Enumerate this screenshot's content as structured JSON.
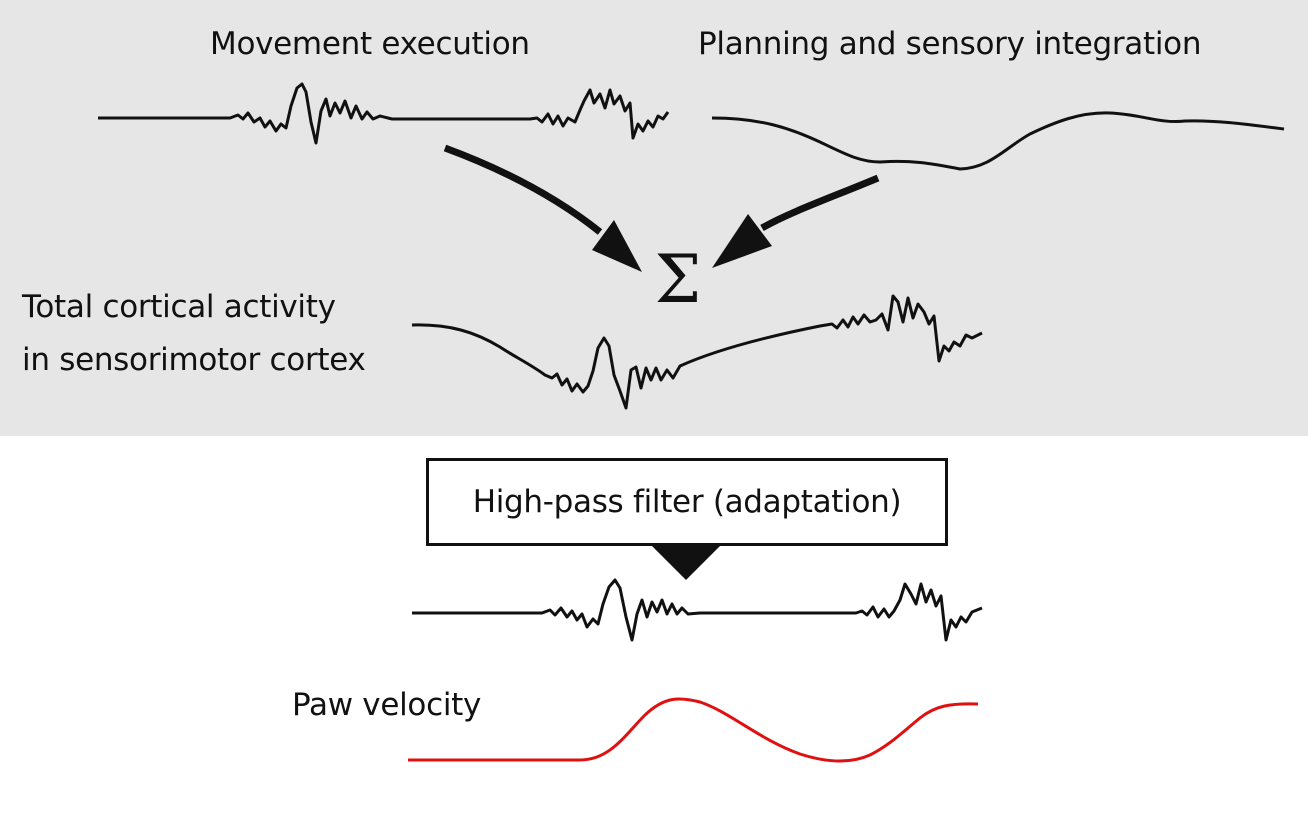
{
  "labels": {
    "movement_execution": "Movement execution",
    "planning": "Planning and sensory integration",
    "total_line1": "Total cortical activity",
    "total_line2": "in sensorimotor cortex",
    "sum_symbol": "Σ",
    "filter": "High-pass filter (adaptation)",
    "paw_velocity": "Paw velocity"
  },
  "colors": {
    "panel_background": "#e6e6e6",
    "trace": "#111111",
    "paw_velocity_trace": "#e01010"
  }
}
